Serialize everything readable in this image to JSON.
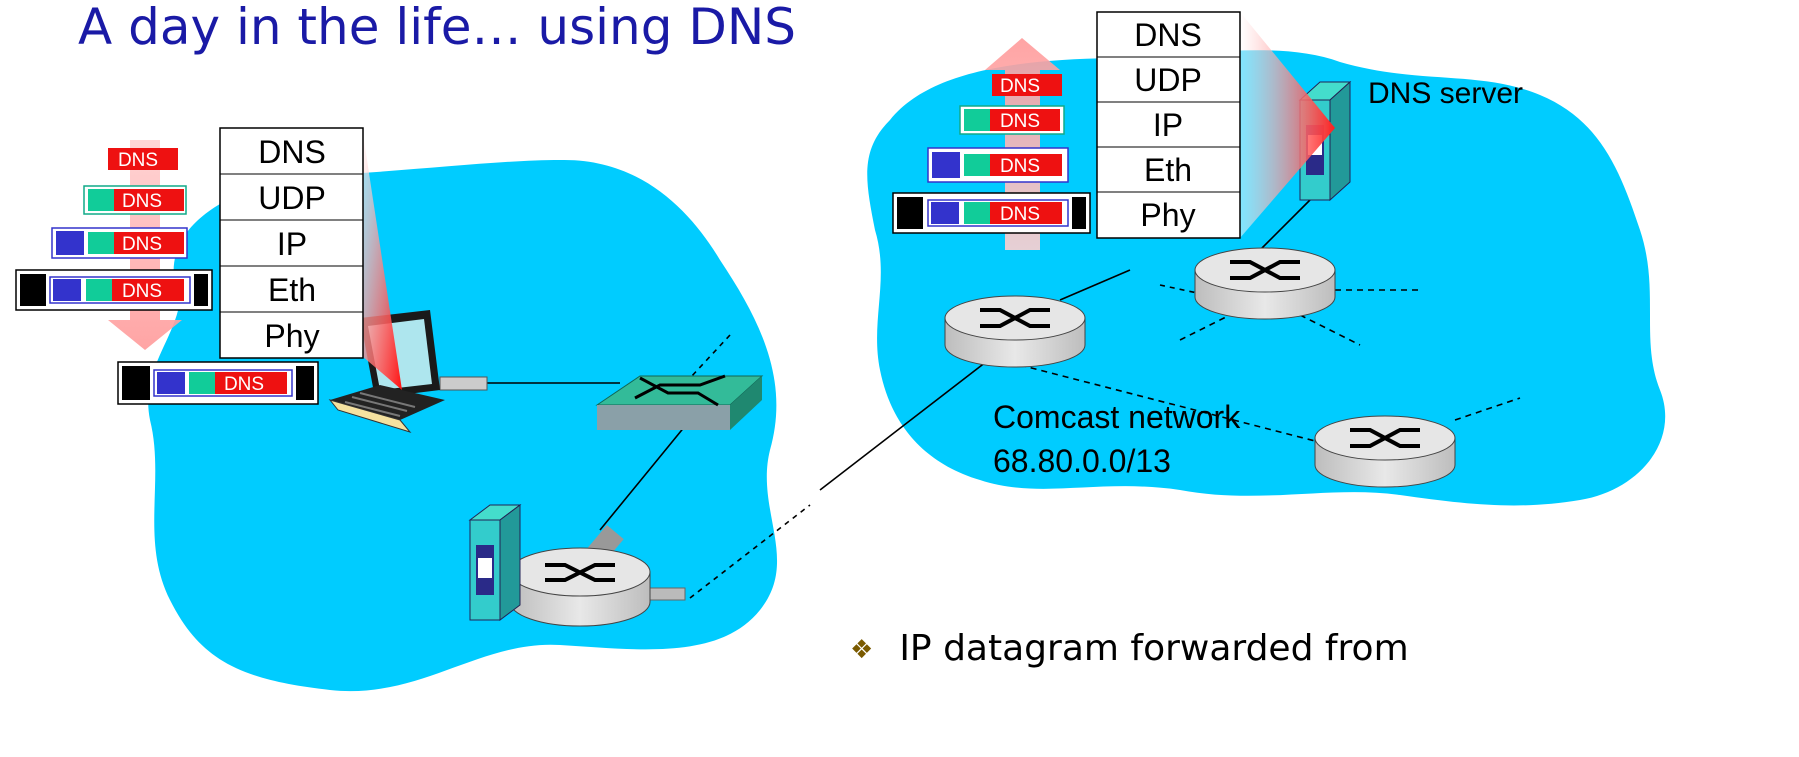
{
  "title": "A day in the life… using DNS",
  "left_stack": {
    "layers": [
      "DNS",
      "UDP",
      "IP",
      "Eth",
      "Phy"
    ]
  },
  "right_stack": {
    "layers": [
      "DNS",
      "UDP",
      "IP",
      "Eth",
      "Phy"
    ]
  },
  "packet_label": "DNS",
  "dns_server_label": "DNS server",
  "network": {
    "name": "Comcast network",
    "prefix": "68.80.0.0/13"
  },
  "bullet": "IP datagram forwarded from",
  "colors": {
    "cloud": "#00ccff",
    "dns_header": "#ee1111",
    "udp_header": "#11cc99",
    "ip_header": "#3333cc",
    "eth_header": "#000000",
    "title": "#1a1aa6",
    "switch": "#22aa88",
    "server": "#33cccc"
  }
}
